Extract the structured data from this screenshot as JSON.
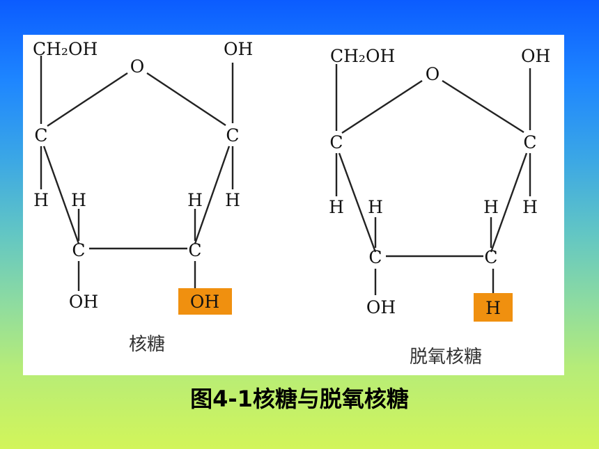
{
  "ribose": {
    "ch2oh": "CH₂OH",
    "o": "O",
    "c": "C",
    "h": "H",
    "oh_top": "OH",
    "oh_bottom_left": "OH",
    "oh_bottom_right": "OH",
    "name": "核糖"
  },
  "deoxyribose": {
    "ch2oh": "CH₂OH",
    "o": "O",
    "c": "C",
    "h": "H",
    "oh_top": "OH",
    "oh_bottom_left": "OH",
    "h_bottom_right": "H",
    "name": "脱氧核糖"
  },
  "caption": "图4-1核糖与脱氧核糖",
  "colors": {
    "highlight": "#f0900f"
  }
}
